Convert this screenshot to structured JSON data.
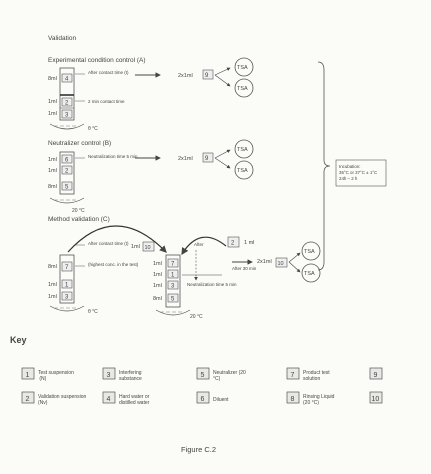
{
  "diagram": {
    "validation_title": "Validation",
    "exp_title": "Experimental condition control (A)",
    "neut_title": "Neutralizer control (B)",
    "method_title": "Method validation (C)",
    "vol_8ml": "8ml",
    "vol_1ml": "1ml",
    "vol_2x1ml": "2x1ml",
    "vol_1ml_box": "1 ml",
    "after_contact": "After contact time (t)",
    "two_min": "2 min contact time",
    "temp_t": "θ °C",
    "temp_20": "20 °C",
    "neut_time": "Neutralization time 5 min",
    "highest_conc": "(highest conc. in the test)",
    "after": "After",
    "after_30": "After 30 min",
    "neut_time_method": "Neutralization time 5 min",
    "tsa": "TSA",
    "incubation": "Incubation: 36°C or 37°C ± 1°C 24h – 2 h",
    "box_1ml_c": "1ml",
    "box_10": "10",
    "box_2": "2",
    "box_5": "5",
    "box_6": "6",
    "box_7": "7",
    "box_8": "8",
    "box_9": "9",
    "box_4": "4",
    "box_3": "3",
    "box_1": "1"
  },
  "key": {
    "title": "Key",
    "items": [
      {
        "num": "1",
        "label": "Test suspension  (N)"
      },
      {
        "num": "3",
        "label": "Interfering substance"
      },
      {
        "num": "5",
        "label": "Neutralizer (20 °C)"
      },
      {
        "num": "7",
        "label": "Product test solution"
      },
      {
        "num": "9",
        "label": ""
      },
      {
        "num": "2",
        "label": "Validation suspension (Nv)"
      },
      {
        "num": "4",
        "label": "Hard water or distilled water"
      },
      {
        "num": "6",
        "label": "Diluent"
      },
      {
        "num": "8",
        "label": "Rinsing Liquid  (20 °C)"
      },
      {
        "num": "10",
        "label": ""
      }
    ]
  },
  "caption": "Figure C.2"
}
